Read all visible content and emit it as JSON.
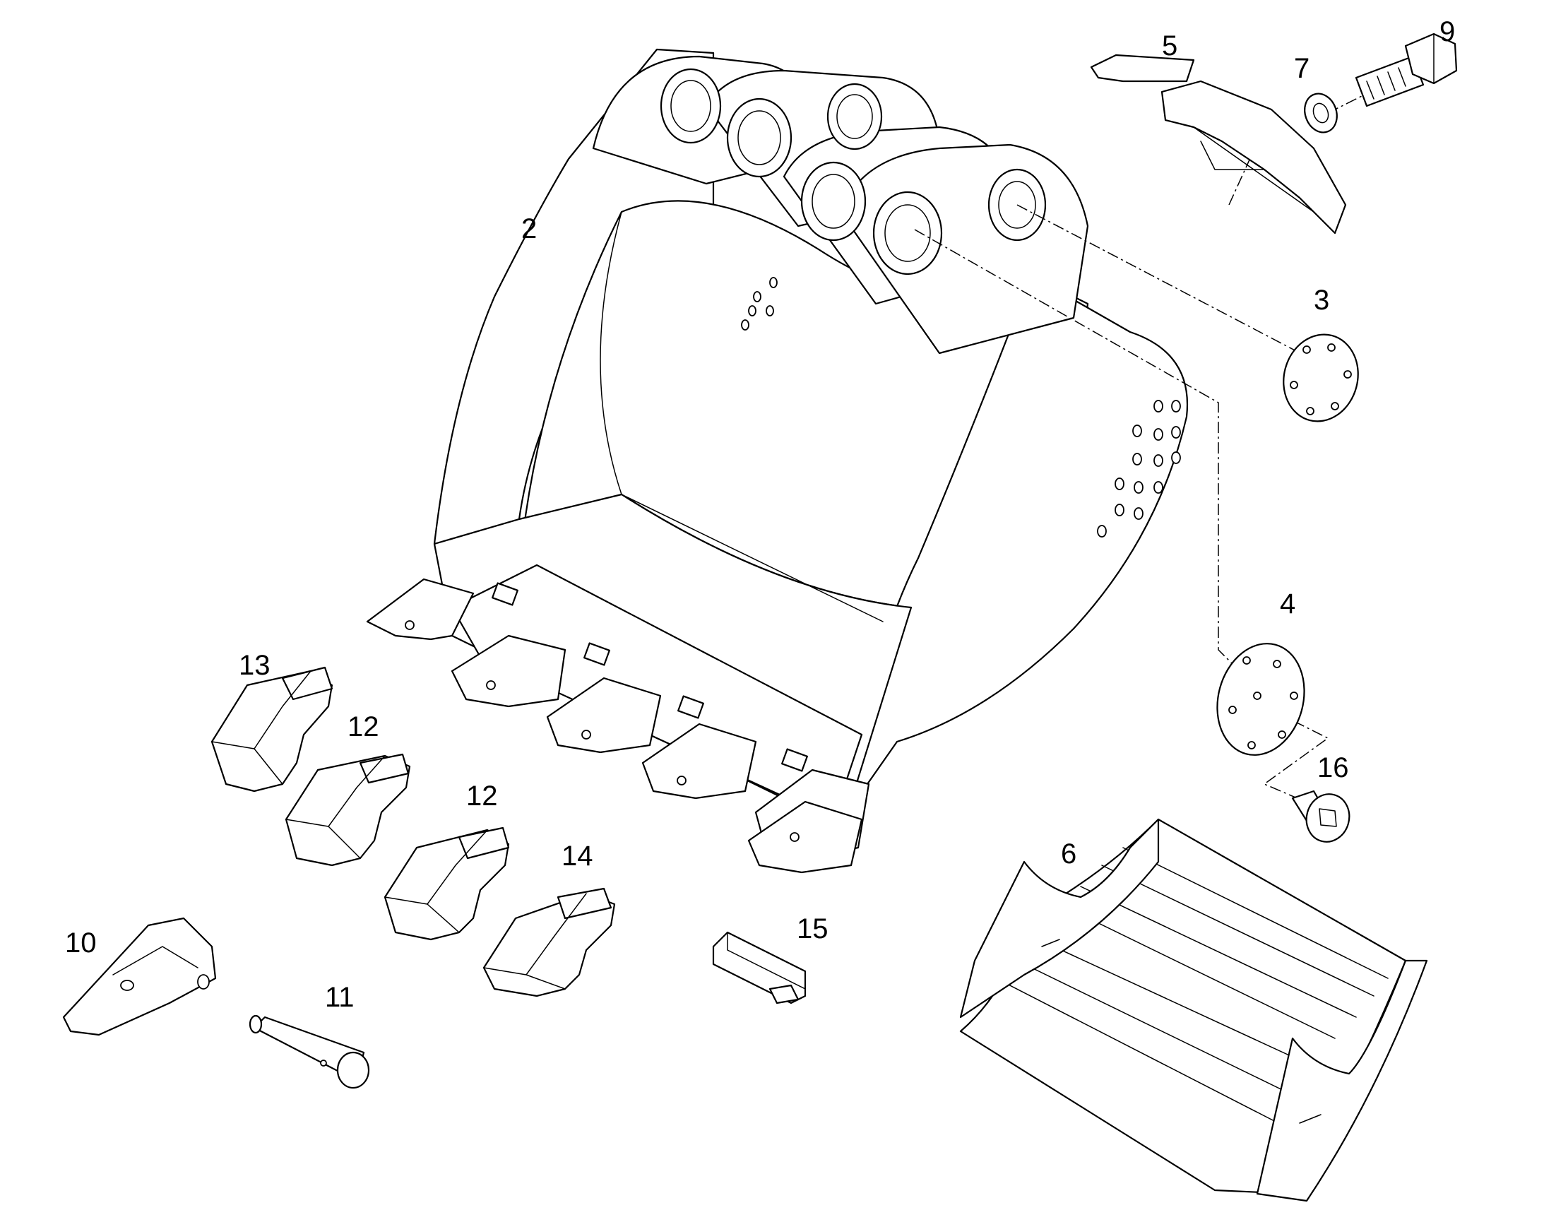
{
  "callouts": {
    "p2": "2",
    "p3": "3",
    "p4": "4",
    "p5": "5",
    "p6": "6",
    "p7": "7",
    "p9": "9",
    "p10": "10",
    "p11": "11",
    "p12a": "12",
    "p12b": "12",
    "p13": "13",
    "p14": "14",
    "p15": "15",
    "p16": "16"
  },
  "colors": {
    "line": "#000000",
    "background": "#ffffff"
  }
}
